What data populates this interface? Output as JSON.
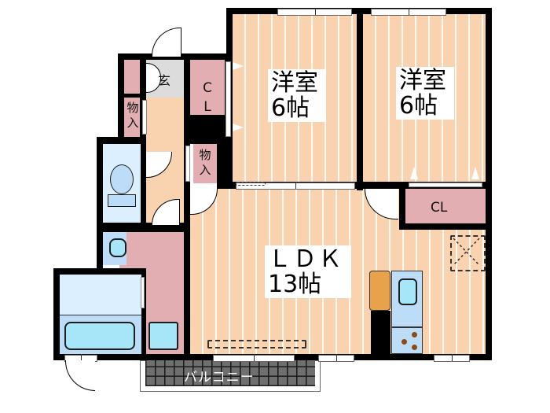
{
  "floorplan": {
    "rooms": {
      "bedroom1": {
        "name": "洋室",
        "size": "6帖"
      },
      "bedroom2": {
        "name": "洋室",
        "size": "6帖"
      },
      "ldk": {
        "name": "ＬＤＫ",
        "size": "13帖"
      },
      "closet_main": {
        "label": "CL"
      },
      "closet_hall": {
        "label_line1": "C",
        "label_line2": "L"
      },
      "storage1": {
        "label_line1": "物",
        "label_line2": "入"
      },
      "storage2": {
        "label_line1": "物",
        "label_line2": "入"
      },
      "entrance": {
        "label": "玄"
      },
      "balcony": {
        "label": "バルコニー"
      }
    },
    "colors": {
      "wood_floor": "#f9d2b0",
      "closet": "#e2aeb2",
      "wet_area": "#dcefff",
      "fixture": "#a6e6f8",
      "fridge": "#e8a24c",
      "balcony": "#6f6f6f",
      "wall": "#000000"
    }
  }
}
